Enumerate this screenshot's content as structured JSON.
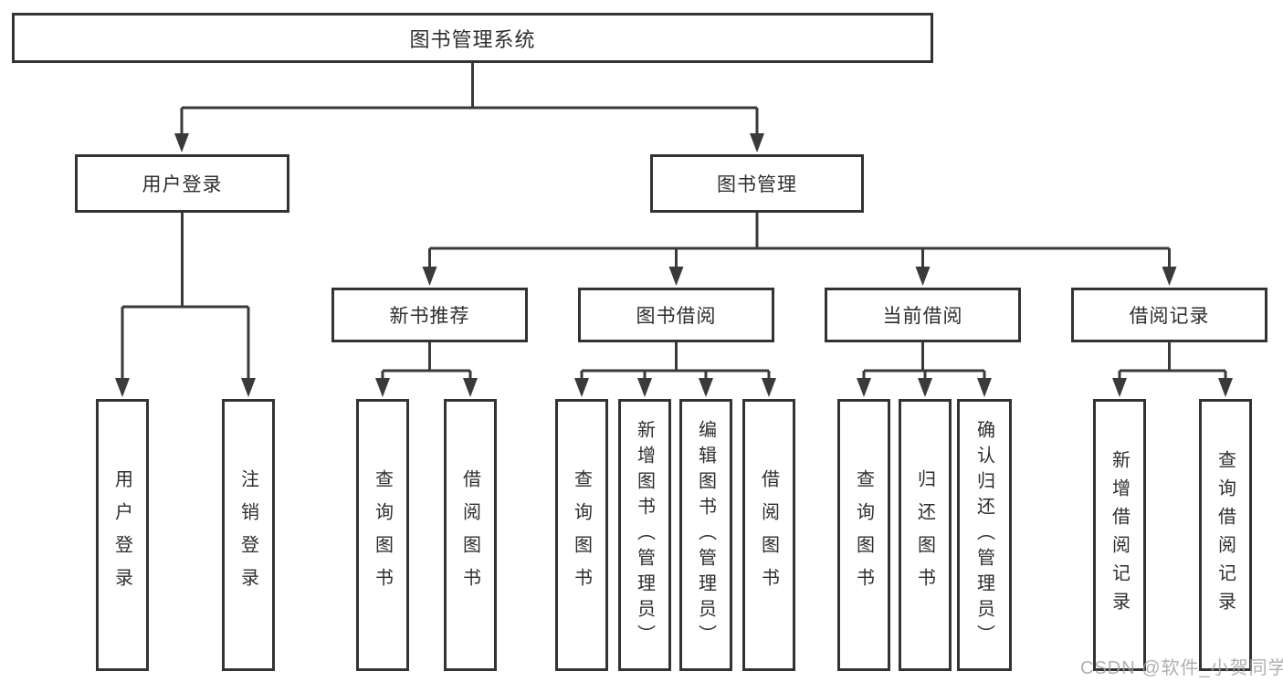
{
  "tree": {
    "root": {
      "label": "图书管理系统"
    },
    "branches": [
      {
        "label": "用户登录",
        "children": [
          {
            "label": "用户登录"
          },
          {
            "label": "注销登录"
          }
        ]
      },
      {
        "label": "图书管理",
        "children": [
          {
            "label": "新书推荐",
            "children": [
              {
                "label": "查询图书"
              },
              {
                "label": "借阅图书"
              }
            ]
          },
          {
            "label": "图书借阅",
            "children": [
              {
                "label": "查询图书"
              },
              {
                "label": "新增图书（管理员）"
              },
              {
                "label": "编辑图书（管理员）"
              },
              {
                "label": "借阅图书"
              }
            ]
          },
          {
            "label": "当前借阅",
            "children": [
              {
                "label": "查询图书"
              },
              {
                "label": "归还图书"
              },
              {
                "label": "确认归还（管理员）"
              }
            ]
          },
          {
            "label": "借阅记录",
            "children": [
              {
                "label": "新增借阅记录"
              },
              {
                "label": "查询借阅记录"
              }
            ]
          }
        ]
      }
    ]
  },
  "watermark": {
    "text": "CSDN @软件_小贺同学"
  },
  "colors": {
    "line": "#3a3a3a",
    "box_border": "#333333",
    "text": "#2e2e2e",
    "watermark": "#a3a3a3",
    "background": "#ffffff"
  }
}
